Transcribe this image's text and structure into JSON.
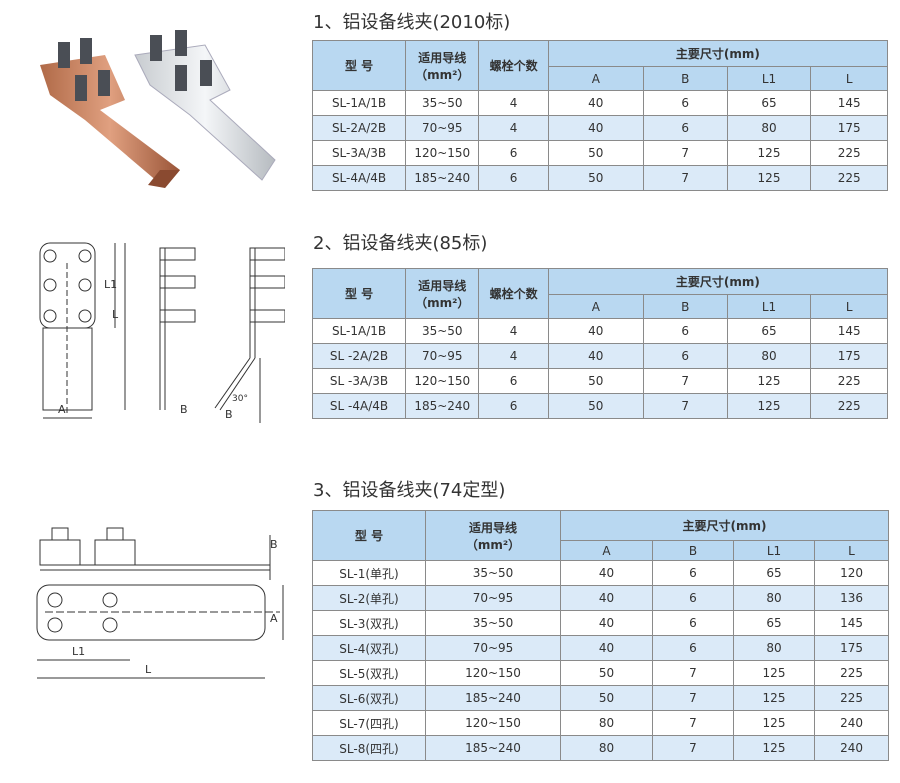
{
  "sections": [
    {
      "title": "1、铝设备线夹(2010标)",
      "headers": {
        "model": "型    号",
        "wire": "适用导线",
        "wire_unit": "（mm²）",
        "bolts": "螺栓个数",
        "dims": "主要尺寸(mm)",
        "cols": [
          "A",
          "B",
          "L1",
          "L"
        ]
      },
      "rows": [
        [
          "SL-1A/1B",
          "35~50",
          "4",
          "40",
          "6",
          "65",
          "145"
        ],
        [
          "SL-2A/2B",
          "70~95",
          "4",
          "40",
          "6",
          "80",
          "175"
        ],
        [
          "SL-3A/3B",
          "120~150",
          "6",
          "50",
          "7",
          "125",
          "225"
        ],
        [
          "SL-4A/4B",
          "185~240",
          "6",
          "50",
          "7",
          "125",
          "225"
        ]
      ]
    },
    {
      "title": "2、铝设备线夹(85标)",
      "headers": {
        "model": "型    号",
        "wire": "适用导线",
        "wire_unit": "（mm²）",
        "bolts": "螺栓个数",
        "dims": "主要尺寸(mm)",
        "cols": [
          "A",
          "B",
          "L1",
          "L"
        ]
      },
      "rows": [
        [
          "SL-1A/1B",
          "35~50",
          "4",
          "40",
          "6",
          "65",
          "145"
        ],
        [
          "SL -2A/2B",
          "70~95",
          "4",
          "40",
          "6",
          "80",
          "175"
        ],
        [
          "SL -3A/3B",
          "120~150",
          "6",
          "50",
          "7",
          "125",
          "225"
        ],
        [
          "SL -4A/4B",
          "185~240",
          "6",
          "50",
          "7",
          "125",
          "225"
        ]
      ]
    },
    {
      "title": "3、铝设备线夹(74定型)",
      "headers": {
        "model": "型    号",
        "wire": "适用导线",
        "wire_unit": "（mm²）",
        "dims": "主要尺寸(mm)",
        "cols": [
          "A",
          "B",
          "L1",
          "L"
        ]
      },
      "rows": [
        [
          "SL-1(单孔)",
          "35~50",
          "40",
          "6",
          "65",
          "120"
        ],
        [
          "SL-2(单孔)",
          "70~95",
          "40",
          "6",
          "80",
          "136"
        ],
        [
          "SL-3(双孔)",
          "35~50",
          "40",
          "6",
          "65",
          "145"
        ],
        [
          "SL-4(双孔)",
          "70~95",
          "40",
          "6",
          "80",
          "175"
        ],
        [
          "SL-5(双孔)",
          "120~150",
          "50",
          "7",
          "125",
          "225"
        ],
        [
          "SL-6(双孔)",
          "185~240",
          "50",
          "7",
          "125",
          "225"
        ],
        [
          "SL-7(四孔)",
          "120~150",
          "80",
          "7",
          "125",
          "240"
        ],
        [
          "SL-8(四孔)",
          "185~240",
          "80",
          "7",
          "125",
          "240"
        ]
      ]
    }
  ],
  "drawing_labels": {
    "A": "A",
    "B": "B",
    "L1": "L1",
    "L": "L",
    "angle": "30°"
  }
}
